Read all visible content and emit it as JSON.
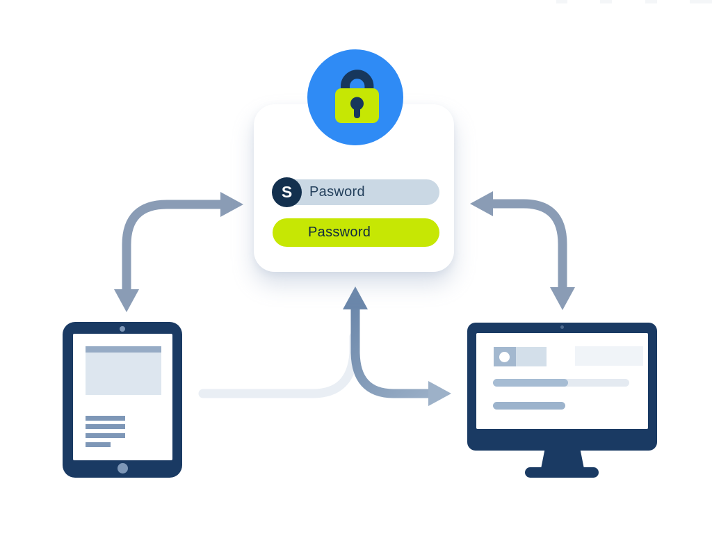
{
  "illustration": {
    "title": "password-manager-sync-diagram",
    "colors": {
      "badge_circle": "#2f8bf5",
      "lime_accent": "#c6e704",
      "navy": "#1a3a63",
      "field_bg": "#cad8e4",
      "arrow_gray": "#8a9cb5"
    },
    "lock_badge": {
      "icon": "padlock-icon"
    },
    "card": {
      "username_field": {
        "avatar_letter": "S",
        "value": "Pasword"
      },
      "password_field": {
        "value": "Password"
      }
    },
    "arrows": [
      {
        "name": "card-tablet-elbow-arrow",
        "heads": [
          "right",
          "down"
        ]
      },
      {
        "name": "card-monitor-elbow-arrow",
        "heads": [
          "left",
          "down"
        ]
      },
      {
        "name": "sync-fork-arrow",
        "heads": [
          "up",
          "right"
        ]
      },
      {
        "name": "faint-trail",
        "heads": []
      }
    ],
    "devices": {
      "tablet": {
        "name": "tablet",
        "screen_elements": [
          "header-bar",
          "content-block",
          "text-line",
          "text-line",
          "text-line",
          "text-line",
          "home-button"
        ]
      },
      "monitor": {
        "name": "desktop-monitor",
        "screen_elements": [
          "avatar-square",
          "name-rect",
          "faint-rect",
          "progress-bar",
          "text-bar"
        ]
      }
    }
  }
}
